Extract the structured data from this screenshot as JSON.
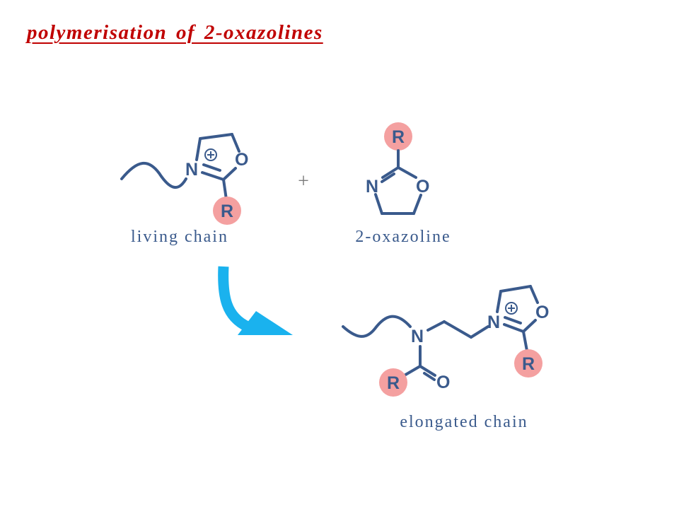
{
  "title": "polymerisation of 2-oxazolines",
  "reaction_sign": "+",
  "atoms": {
    "nitrogen": "N",
    "oxygen": "O",
    "substituent": "R"
  },
  "living_chain": {
    "caption": "living chain"
  },
  "monomer": {
    "caption": "2-oxazoline"
  },
  "product": {
    "caption": "elongated chain"
  },
  "colors": {
    "title": "#c00000",
    "structure": "#3a5a8c",
    "substituent_highlight": "#f4a0a0",
    "arrow": "#1ab2ee"
  }
}
